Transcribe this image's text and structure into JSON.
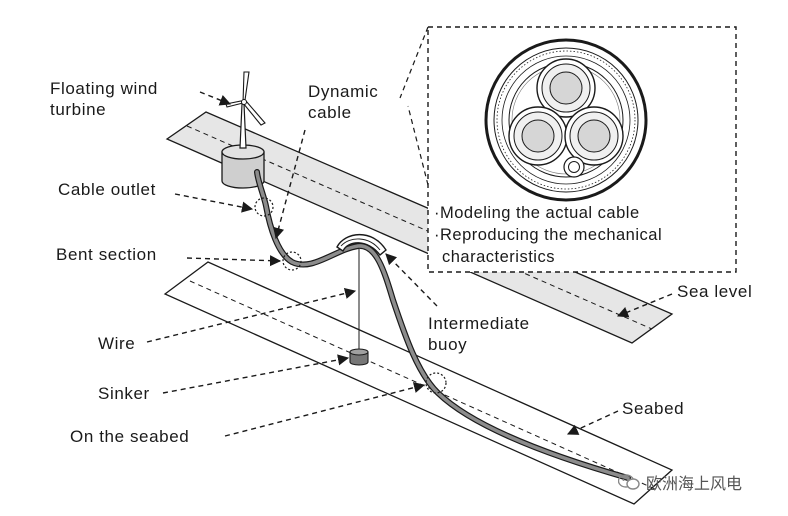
{
  "labels": {
    "floating_wind_turbine": [
      "Floating wind",
      "turbine"
    ],
    "dynamic_cable": [
      "Dynamic",
      "cable"
    ],
    "cable_outlet": "Cable outlet",
    "bent_section": "Bent section",
    "wire": "Wire",
    "sinker": "Sinker",
    "on_the_seabed": "On the seabed",
    "intermediate_buoy": [
      "Intermediate",
      "buoy"
    ],
    "sea_level": "Sea level",
    "seabed": "Seabed"
  },
  "inset": {
    "lines": [
      "·Modeling the actual cable",
      "·Reproducing the mechanical",
      "characteristics"
    ]
  },
  "watermark": "欧洲海上风电",
  "colors": {
    "line": "#1a1a1a",
    "plane_fill": "#e6e6e6",
    "seabed_fill": "#ffffff",
    "cable": "#8c8c8c"
  }
}
